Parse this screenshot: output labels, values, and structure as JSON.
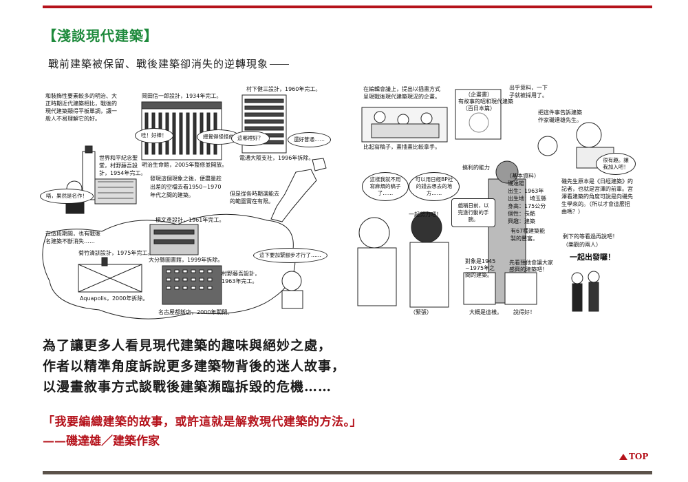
{
  "section_title": "【淺談現代建築】",
  "subtitle": "戰前建築被保留、戰後建築卻消失的逆轉現象",
  "manga_left": {
    "captions": [
      "和裝飾性要素較多的明治、大",
      "正時期近代建築相比，戰後的",
      "現代建築顯得平板單調，讓一",
      "般人不易理解它的好。",
      "岡田信一郎設計，1934年完工。",
      "明治生命館，2005年整修並開放。",
      "村下健三設計，1960年完工。",
      "電通大阪支社，1996年拆除。",
      "世界和平紀念聖",
      "堂，村野藤吾設",
      "計，1954年完工。",
      "發現這個現象之後，便盡量趁",
      "出差的空檔去看1950~1970",
      "年代之間的建築。",
      "但是從各時期選能去",
      "的範圍實在有限。",
      "在這段期間，也有戰後",
      "名建築不斷消失……",
      "菊竹清訓設計，1975年完工。",
      "Aquapolis，2000年拆除。",
      "槇文彥設計，1961年完工。",
      "大分縣圖書館，1999年拆除。",
      "村野藤吾設計，",
      "1963年完工。",
      "名古屋都飯店，2000年關閉。"
    ],
    "bubbles": [
      "哇！好棒！",
      "總覺得怪怪的",
      "這哪裡好？",
      "還好普通……",
      "唔，果然是名作！",
      "這下要加緊腳步才行了……"
    ]
  },
  "manga_right": {
    "captions": [
      "在編輯會議上，提出以插畫方式",
      "呈現戰後現代建築現況的企畫。",
      "比起寫稿子，畫插畫比較拿手。",
      "（企畫書）",
      "有故事的昭和現代建築",
      "（百日本篇）",
      "出乎意料，一下",
      "子就被採用了。",
      "把這件事告訴建築",
      "作家磯達雄先生。",
      "磯先生原本是《日經建築》的",
      "記者，也就是宮澤的前輩。宮",
      "澤看建築的角度可說是向磯先",
      "生學來的。（所以才會這麼扭",
      "曲嗎？）",
      "剩下的等看過再說吧！",
      "（樂觀的兩人）",
      "一起出發囉！",
      "（基本資料）",
      "磯達雄",
      "出生：1963年",
      "出生地：埼玉縣",
      "身高：175公分",
      "個性：長酷",
      "興趣：建築",
      "搞利的能力",
      "有67種建築能",
      "製的豐富。",
      "一起努力吧！",
      "（緊張）",
      "大概是這樣。",
      "說得好！",
      "對象是1945",
      "~1975年之",
      "間的建築。",
      "先看預他會讓大家",
      "感興的建築吧！"
    ],
    "bubbles": [
      "這樣我就不用寫麻煩的稿子了……",
      "可以用日經BP社的錢去想去的地方……",
      "戲稱日前，以完遂行動的手腕。",
      "很有趣。讓我加入吧！"
    ]
  },
  "headline": [
    "為了讓更多人看見現代建築的趣味與絕妙之處，",
    "作者以精準角度訴說更多建築物背後的迷人故事，",
    "以漫畫敘事方式談戰後建築瀕臨拆毀的危機……"
  ],
  "quote": "「我要編織建築的故事，或許這就是解救現代建築的方法。」",
  "author": "——磯達雄／建築作家",
  "top_link": "TOP",
  "colors": {
    "accent_red": "#b5121b",
    "title_green": "#1e8a3c",
    "bottom_rule": "#5b524a"
  }
}
